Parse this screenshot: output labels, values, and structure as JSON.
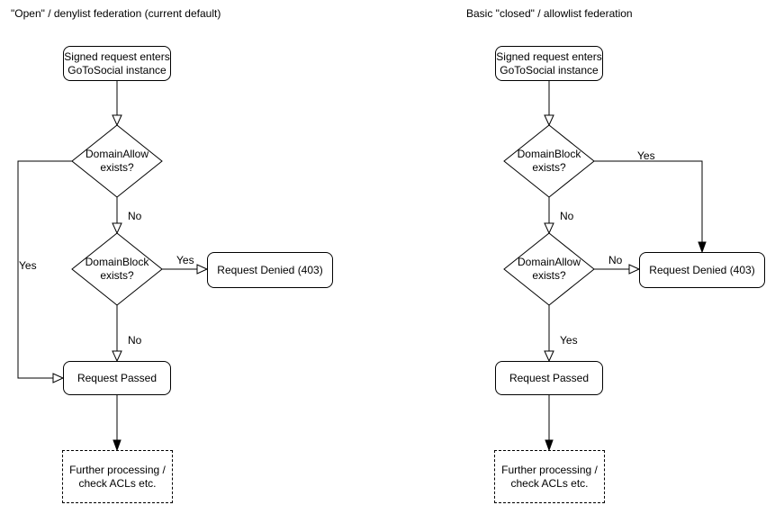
{
  "colors": {
    "stroke": "#000000",
    "background": "#ffffff",
    "text": "#000000"
  },
  "flows": [
    {
      "title": "\"Open\" / denylist federation (current default)",
      "nodes": {
        "start": "Signed request enters\nGoToSocial instance",
        "decision1": "DomainAllow\nexists?",
        "decision2": "DomainBlock\nexists?",
        "denied": "Request Denied (403)",
        "passed": "Request Passed",
        "further": "Further processing /\ncheck ACLs etc."
      },
      "edges": {
        "d1_side": "Yes",
        "d1_down": "No",
        "d2_side": "Yes",
        "d2_down": "No"
      }
    },
    {
      "title": "Basic \"closed\" / allowlist federation",
      "nodes": {
        "start": "Signed request enters\nGoToSocial instance",
        "decision1": "DomainBlock\nexists?",
        "decision2": "DomainAllow\nexists?",
        "denied": "Request Denied (403)",
        "passed": "Request Passed",
        "further": "Further processing /\ncheck ACLs etc."
      },
      "edges": {
        "d1_side": "Yes",
        "d1_down": "No",
        "d2_side": "No",
        "d2_down": "Yes"
      }
    }
  ]
}
